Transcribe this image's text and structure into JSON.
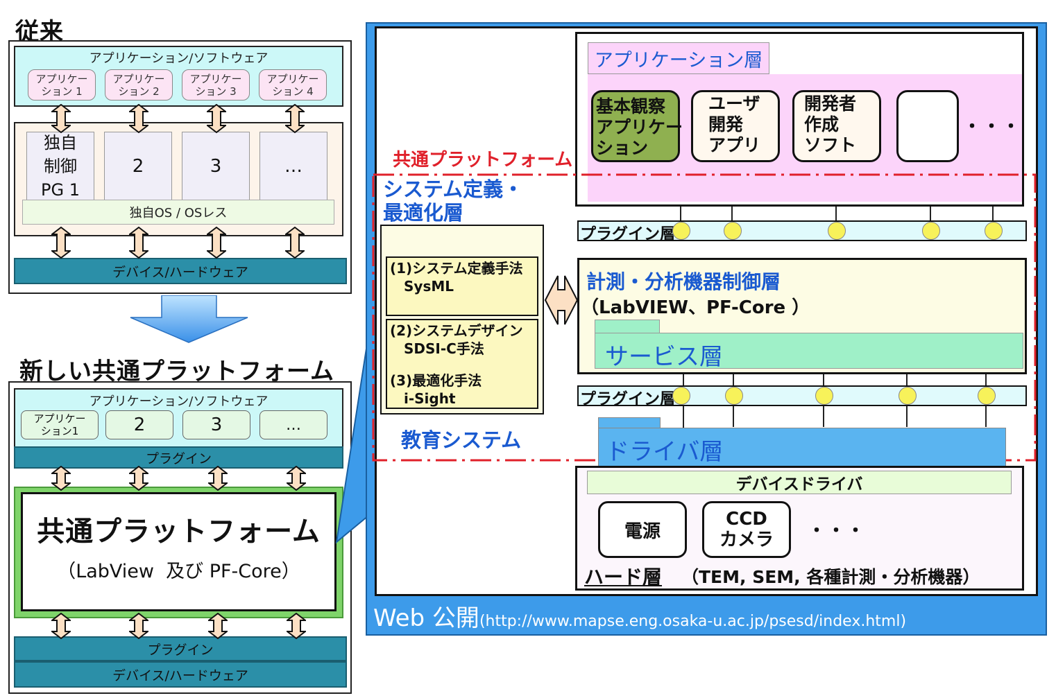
{
  "left_top": {
    "title": "従来",
    "app_bar": "アプリケーション/ソフトウェア",
    "apps": [
      "アプリケー\nション 1",
      "アプリケー\nション 2",
      "アプリケー\nション 3",
      "アプリケー\nション 4"
    ],
    "modules": [
      "独自\n制御\nPG 1",
      "2",
      "3",
      "…"
    ],
    "os": "独自OS / OSレス",
    "device": "デバイス/ハードウェア"
  },
  "left_bottom": {
    "title": "新しい共通プラットフォーム",
    "app_bar": "アプリケーション/ソフトウェア",
    "apps": [
      "アプリケー\nション1",
      "2",
      "3",
      "…"
    ],
    "plugin_top": "プラグイン",
    "platform_title": "共通プラットフォーム",
    "platform_sub": "（LabView  及び PF-Core）",
    "plugin_bottom": "プラグイン",
    "device": "デバイス/ハードウェア"
  },
  "right": {
    "common_platform_label": "共通プラットフォーム",
    "app_layer": {
      "label": "アプリケーション層",
      "items": [
        "基本観察\nアプリケー\nション",
        "ユーザ\n開発\nアプリ",
        "開発者\n作成\nソフト",
        ""
      ],
      "more": "・・・"
    },
    "sysdef": {
      "label": "システム定義・\n最適化層",
      "item1": "(1)システム定義手法\n　SysML",
      "item2": "(2)システムデザイン\n　SDSI-C手法",
      "item3": "(3)最適化手法\n　i-Sight"
    },
    "education": "教育システム",
    "plugin1": "プラグイン層",
    "control_layer": {
      "title": "計測・分析機器制御層",
      "sub": "（LabVIEW、PF-Core ）",
      "service": "サービス層"
    },
    "plugin2": "プラグイン層",
    "driver_layer": "ドライバ層",
    "hw_layer": {
      "device_driver": "デバイスドライバ",
      "power": "電源",
      "ccd": "CCD\nカメラ",
      "more": "・・・",
      "label": "ハード層",
      "desc": "（TEM, SEM, 各種計測・分析機器）"
    },
    "web_label": "Web 公開",
    "web_url": "(http://www.mapse.eng.osaka-u.ac.jp/psesd/index.html)"
  }
}
